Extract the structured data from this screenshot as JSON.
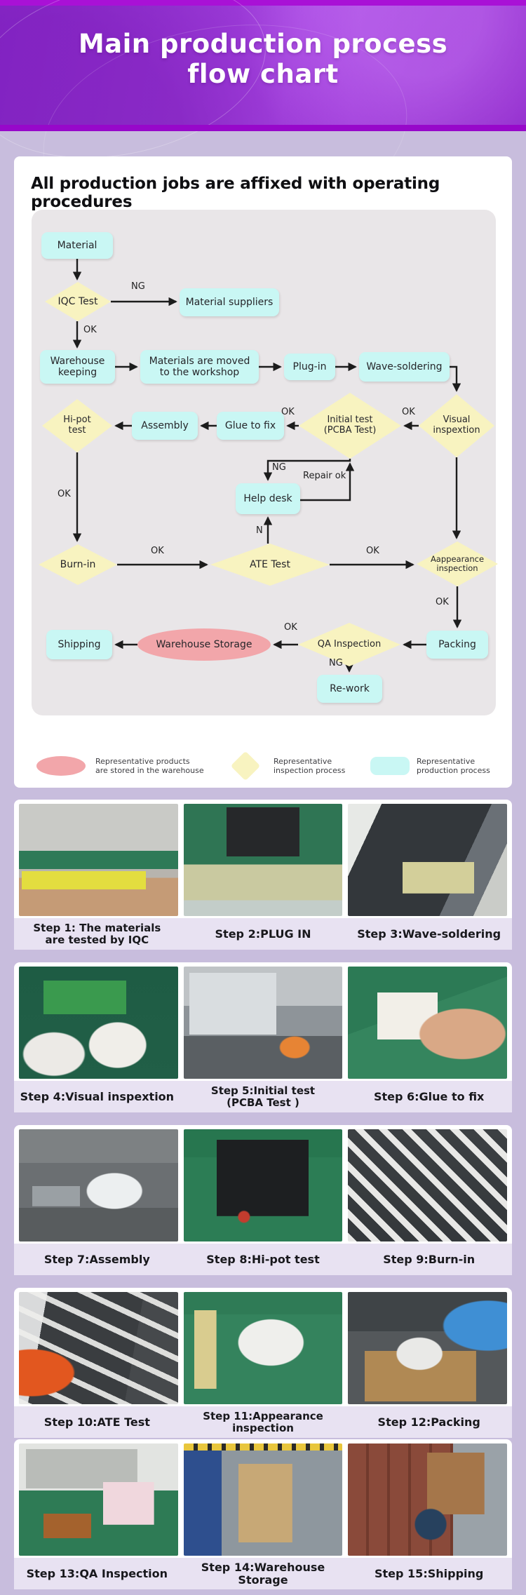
{
  "header": {
    "title_line1": "Main production process",
    "title_line2": "flow chart"
  },
  "flow": {
    "heading": "All production jobs are affixed with operating procedures",
    "nodes": {
      "material": {
        "label": "Material"
      },
      "iqc": {
        "label": "IQC Test"
      },
      "suppliers": {
        "label": "Material suppliers"
      },
      "warehouse_keeping": {
        "label": "Warehouse\nkeeping"
      },
      "moved": {
        "label": "Materials are moved\nto the workshop"
      },
      "plug_in": {
        "label": "Plug-in"
      },
      "wave": {
        "label": "Wave-soldering"
      },
      "visual": {
        "label": "Visual\ninspextion"
      },
      "initial": {
        "label": "Initial test\n(PCBA Test)"
      },
      "glue": {
        "label": "Glue to fix"
      },
      "assembly": {
        "label": "Assembly"
      },
      "hipot": {
        "label": "Hi-pot\ntest"
      },
      "help_desk": {
        "label": "Help desk"
      },
      "burn_in": {
        "label": "Burn-in"
      },
      "ate": {
        "label": "ATE Test"
      },
      "appearance": {
        "label": "Aappearance\ninspection"
      },
      "packing": {
        "label": "Packing"
      },
      "qa": {
        "label": "QA Inspection"
      },
      "storage": {
        "label": "Warehouse Storage"
      },
      "shipping": {
        "label": "Shipping"
      },
      "rework": {
        "label": "Re-work"
      }
    },
    "edge_labels": {
      "ng_iqc": "NG",
      "ok_iqc": "OK",
      "ok_visual": "OK",
      "ok_initial": "OK",
      "ok_hipot": "OK",
      "ng_initial": "NG",
      "repair_ok": "Repair ok",
      "n_ate": "N",
      "ok_burnin": "OK",
      "ok_ate": "OK",
      "ok_appearance": "OK",
      "ok_qa": "OK",
      "ng_qa": "NG"
    },
    "legend": {
      "item1": {
        "label": "Representative products\nare stored in the warehouse"
      },
      "item2": {
        "label": "Representative\ninspection process"
      },
      "item3": {
        "label": "Representative\nproduction process"
      }
    }
  },
  "colors": {
    "production_box": "#c9f7f4",
    "inspection_diamond": "#f8f3c0",
    "storage_ellipse": "#f2a6aa",
    "banner_purple": "#9b2fd6",
    "page_background": "#c8bddd",
    "caption_band": "#e8e2f2"
  },
  "steps": [
    {
      "caption": "Step 1: The materials\nare tested by IQC",
      "photo": "iqc-test-bench"
    },
    {
      "caption": "Step 2:PLUG IN",
      "photo": "component-tray-line"
    },
    {
      "caption": "Step 3:Wave-soldering",
      "photo": "wave-soldering-machine"
    },
    {
      "caption": "Step 4:Visual inspextion",
      "photo": "gloved-hands-pcb"
    },
    {
      "caption": "Step 5:Initial test\n(PCBA Test )",
      "photo": "pcba-test-fixture"
    },
    {
      "caption": "Step 6:Glue to fix",
      "photo": "hand-gluing-board"
    },
    {
      "caption": "Step 7:Assembly",
      "photo": "assembly-bench"
    },
    {
      "caption": "Step 8:Hi-pot test",
      "photo": "hipot-tester"
    },
    {
      "caption": "Step 9:Burn-in",
      "photo": "burn-in-rack"
    },
    {
      "caption": "Step 10:ATE Test",
      "photo": "ate-test-station"
    },
    {
      "caption": "Step 11:Appearance\ninspection",
      "photo": "appearance-check"
    },
    {
      "caption": "Step 12:Packing",
      "photo": "packing-cartons"
    },
    {
      "caption": "Step 13:QA Inspection",
      "photo": "qa-inspection-desk"
    },
    {
      "caption": "Step 14:Warehouse Storage",
      "photo": "warehouse-racks"
    },
    {
      "caption": "Step 15:Shipping",
      "photo": "container-loading"
    }
  ]
}
